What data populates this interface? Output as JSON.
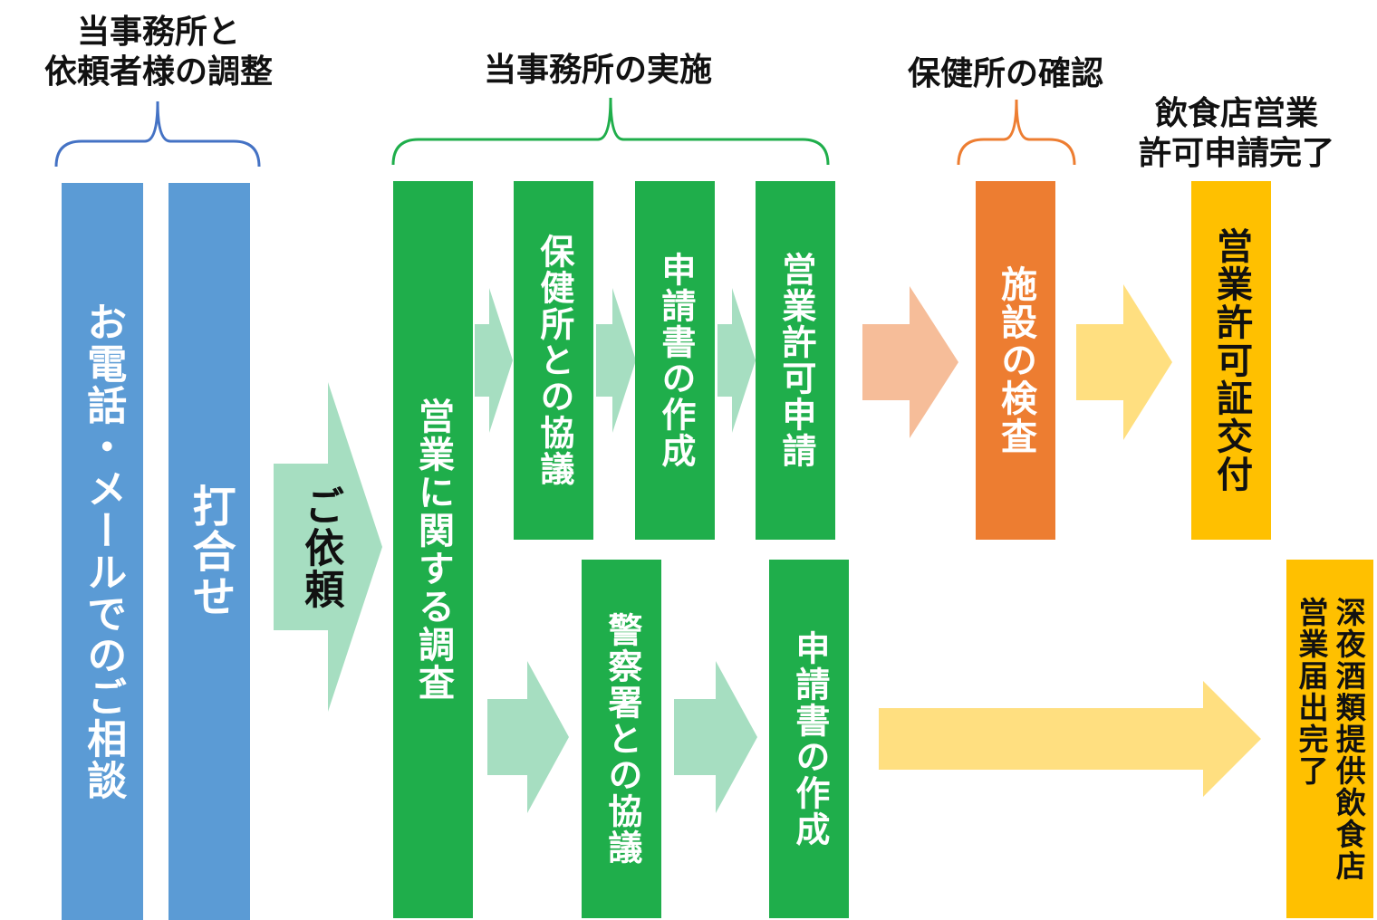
{
  "colors": {
    "blue": "#5B9BD5",
    "green": "#1FAE4B",
    "light_green": "#A6DEC1",
    "orange": "#ED7D31",
    "light_orange": "#F6BD99",
    "yellow": "#FFC000",
    "light_yellow": "#FFDF80",
    "text_dark": "#111111"
  },
  "headers": {
    "consultation": "当事務所と\n依頼者様の調整",
    "office_work": "当事務所の実施",
    "health_check": "保健所の確認",
    "complete": "飲食店営業\n許可申請完了"
  },
  "boxes": {
    "phone_consult": "お電話・メールでのご相談",
    "meeting": "打合せ",
    "request": "ご依頼",
    "survey": "営業に関する調査",
    "health_consult": "保健所との協議",
    "doc_create_1": "申請書の作成",
    "permit_apply": "営業許可申請",
    "police_consult": "警察署との協議",
    "doc_create_2": "申請書の作成",
    "inspection": "施設の検査",
    "permit_issue": "営業許可証交付",
    "late_night": "深夜酒類提供飲食店\n営業届出完了"
  }
}
